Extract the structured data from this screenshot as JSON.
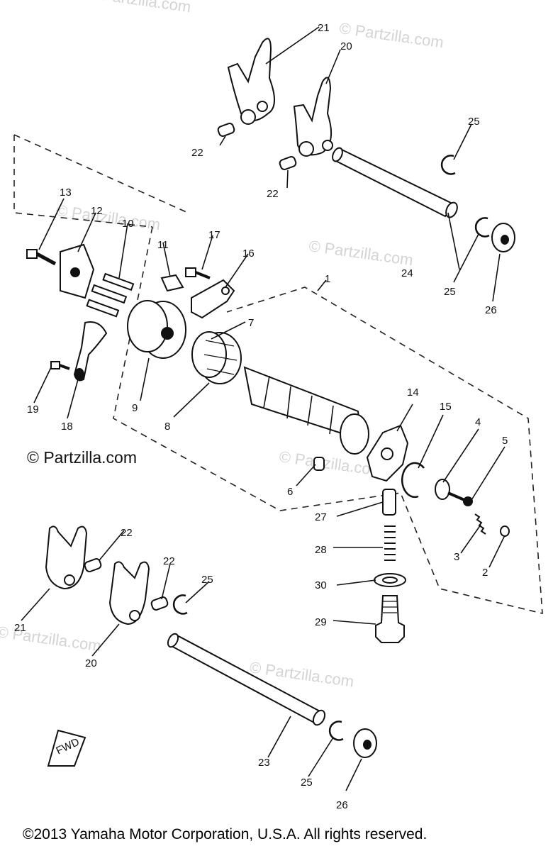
{
  "watermark": "© Partzilla.com",
  "brand_watermark": "© Partzilla.com",
  "copyright": "©2013 Yamaha Motor Corporation, U.S.A. All rights reserved.",
  "direction_marker": "FWD",
  "callouts": {
    "c1": "1",
    "c2": "2",
    "c3": "3",
    "c4": "4",
    "c5": "5",
    "c6": "6",
    "c7": "7",
    "c8": "8",
    "c9": "9",
    "c10": "10",
    "c11": "11",
    "c12": "12",
    "c13": "13",
    "c14": "14",
    "c15": "15",
    "c16": "16",
    "c17": "17",
    "c18": "18",
    "c19": "19",
    "c20a": "20",
    "c20b": "20",
    "c21a": "21",
    "c21b": "21",
    "c22a": "22",
    "c22b": "22",
    "c22c": "22",
    "c22d": "22",
    "c23": "23",
    "c24": "24",
    "c25a": "25",
    "c25b": "25",
    "c25c": "25",
    "c25d": "25",
    "c26a": "26",
    "c26b": "26",
    "c27": "27",
    "c28": "28",
    "c29": "29",
    "c30": "30"
  }
}
